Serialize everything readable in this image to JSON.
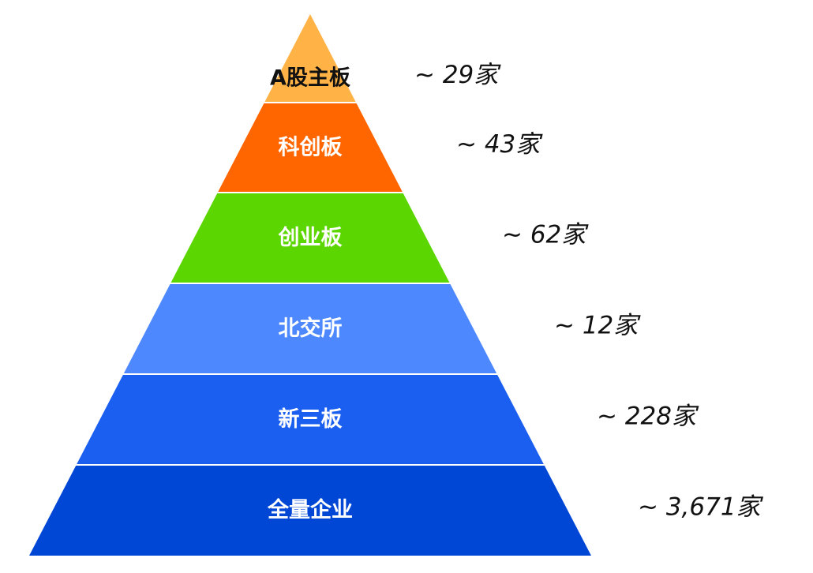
{
  "pyramid": {
    "tiers": [
      {
        "label": "A股主板",
        "count": "~ 29家",
        "color": "#FFB347",
        "label_color": "#111111"
      },
      {
        "label": "科创板",
        "count": "~ 43家",
        "color": "#FF6600",
        "label_color": "#FFFFFF"
      },
      {
        "label": "创业板",
        "count": "~ 62家",
        "color": "#5CD600",
        "label_color": "#FFFFFF"
      },
      {
        "label": "北交所",
        "count": "~ 12家",
        "color": "#4D88FF",
        "label_color": "#FFFFFF"
      },
      {
        "label": "新三板",
        "count": "~ 228家",
        "color": "#1A5FF0",
        "label_color": "#FFFFFF"
      },
      {
        "label": "全量企业",
        "count": "~ 3,671家",
        "color": "#0047D6",
        "label_color": "#FFFFFF"
      }
    ]
  }
}
